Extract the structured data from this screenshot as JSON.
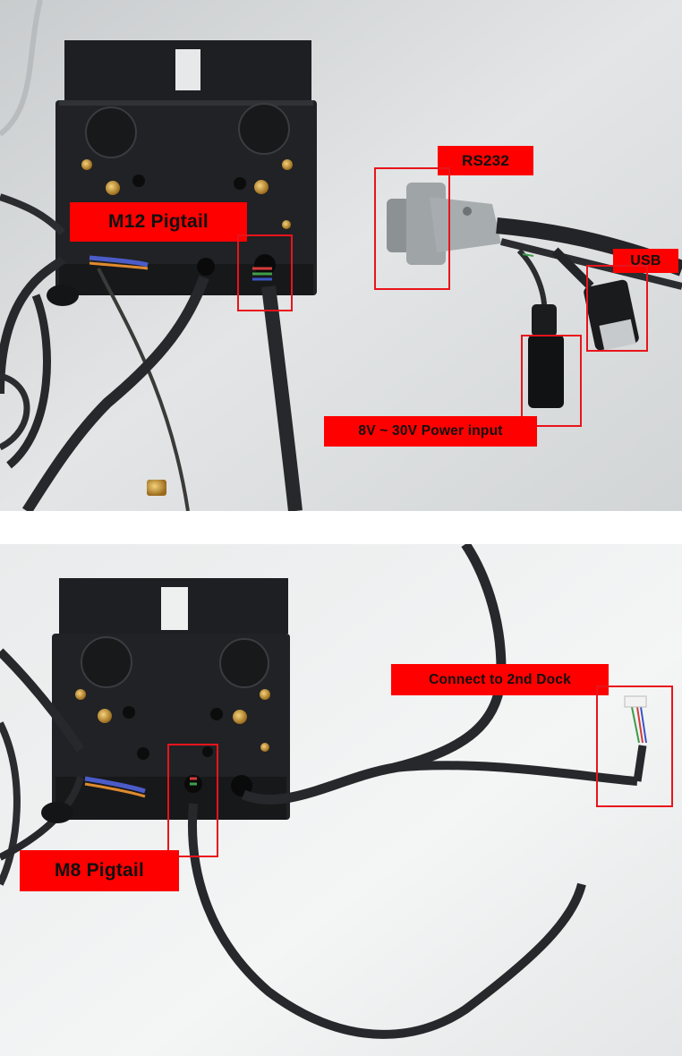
{
  "callouts": {
    "top": {
      "m12_pigtail": "M12 Pigtail",
      "rs232": "RS232",
      "usb": "USB",
      "power_input": "8V ~ 30V Power input"
    },
    "bottom": {
      "m8_pigtail": "M8 Pigtail",
      "connect_2nd_dock": "Connect to 2nd Dock"
    }
  },
  "colors": {
    "label_bg": "#ff0000",
    "box_border": "#e8141b"
  }
}
